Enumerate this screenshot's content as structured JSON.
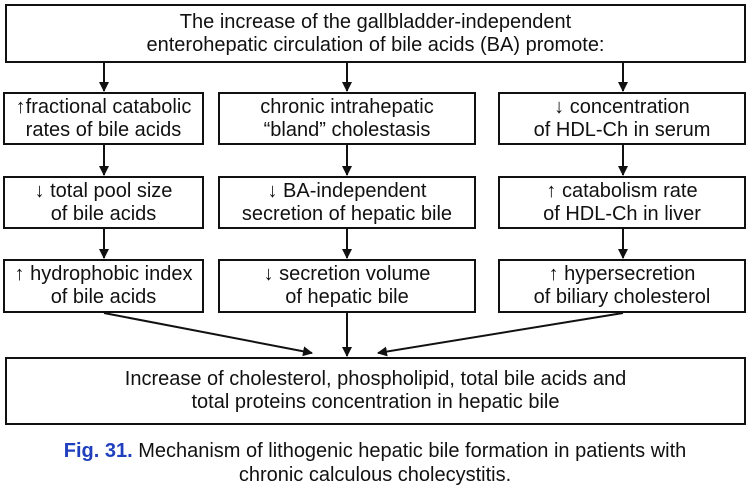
{
  "top": {
    "line1": "The increase of the gallbladder-independent",
    "line2": "enterohepatic circulation of bile acids (BA) promote:"
  },
  "columns": [
    {
      "boxes": [
        {
          "line1": "↑fractional catabolic",
          "line2": "rates of bile acids"
        },
        {
          "line1": "↓ total pool size",
          "line2": "of bile acids"
        },
        {
          "line1": "↑ hydrophobic index",
          "line2": "of bile acids"
        }
      ]
    },
    {
      "boxes": [
        {
          "line1": "chronic intrahepatic",
          "line2": "“bland” cholestasis"
        },
        {
          "line1": "↓ BA-independent",
          "line2": "secretion of hepatic bile"
        },
        {
          "line1": "↓ secretion volume",
          "line2": "of hepatic bile"
        }
      ]
    },
    {
      "boxes": [
        {
          "line1": "↓ concentration",
          "line2": "of HDL-Ch in serum"
        },
        {
          "line1": "↑ catabolism rate",
          "line2": "of HDL-Ch in liver"
        },
        {
          "line1": "↑ hypersecretion",
          "line2": "of biliary cholesterol"
        }
      ]
    }
  ],
  "bottom": {
    "line1": "Increase of cholesterol, phospholipid, total bile acids and",
    "line2": "total proteins concentration in hepatic bile"
  },
  "caption": {
    "label": "Fig. 31.",
    "text_line1": " Mechanism of lithogenic hepatic bile formation in patients with",
    "text_line2": "chronic calculous cholecystitis."
  },
  "colors": {
    "caption_label": "#1f3fbf",
    "line": "#111111"
  }
}
